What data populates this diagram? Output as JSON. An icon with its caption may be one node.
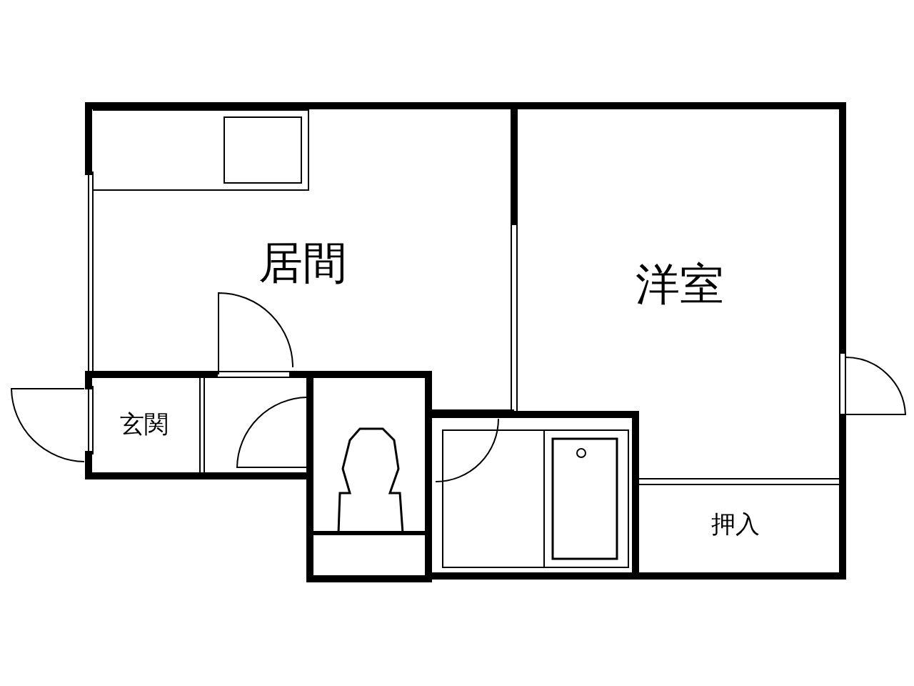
{
  "diagram": {
    "labels": [
      "居間",
      "洋室",
      "玄関",
      "押入"
    ]
  }
}
